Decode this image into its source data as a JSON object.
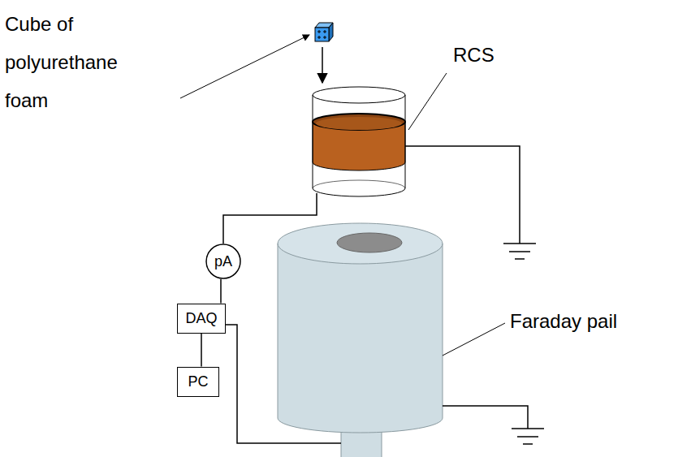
{
  "diagram": {
    "nodes": [
      {
        "text": [
          "pA"
        ]
      },
      {
        "text": [
          "DAQ"
        ]
      },
      {
        "text": [
          "PC"
        ]
      }
    ],
    "edges": [
      {
        "from": 0,
        "to": 1,
        "arrow": "none"
      },
      {
        "from": 1,
        "to": 2,
        "arrow": "none"
      }
    ],
    "labels": [
      "Cube of polyurethane foam",
      "RCS",
      "Faraday pail"
    ]
  }
}
